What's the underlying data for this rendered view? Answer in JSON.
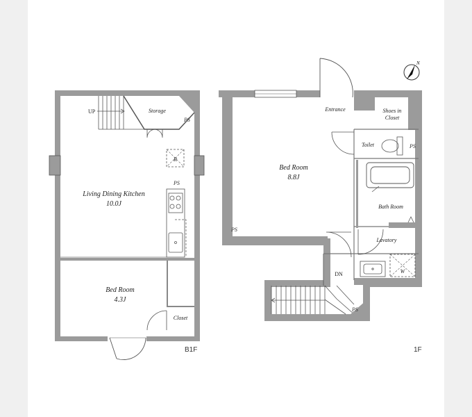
{
  "floors": {
    "b1f": {
      "floor_label": "B1F",
      "stairs_up": "UP",
      "storage": "Storage",
      "ldk_name": "Living Dining Kitchen",
      "ldk_size": "10.0J",
      "fridge": "R",
      "bedroom_name": "Bed Room",
      "bedroom_size": "4.3J",
      "closet": "Closet",
      "ps_labels": [
        "PS",
        "PS"
      ]
    },
    "f1": {
      "floor_label": "1F",
      "entrance": "Entrance",
      "shoes_closet_line1": "Shoes in",
      "shoes_closet_line2": "Closet",
      "toilet": "Toilet",
      "bedroom_name": "Bed Room",
      "bedroom_size": "8.8J",
      "bathroom": "Bath Room",
      "lavatory": "Lavatory",
      "washer": "W",
      "stairs_down": "DN",
      "ps_labels": [
        "PS",
        "PS",
        "PS"
      ]
    }
  },
  "compass": {
    "north": "N"
  },
  "colors": {
    "wall": "#9b9b9b",
    "line": "#555555",
    "background": "#ffffff",
    "side_panel": "#f0f0f0"
  }
}
